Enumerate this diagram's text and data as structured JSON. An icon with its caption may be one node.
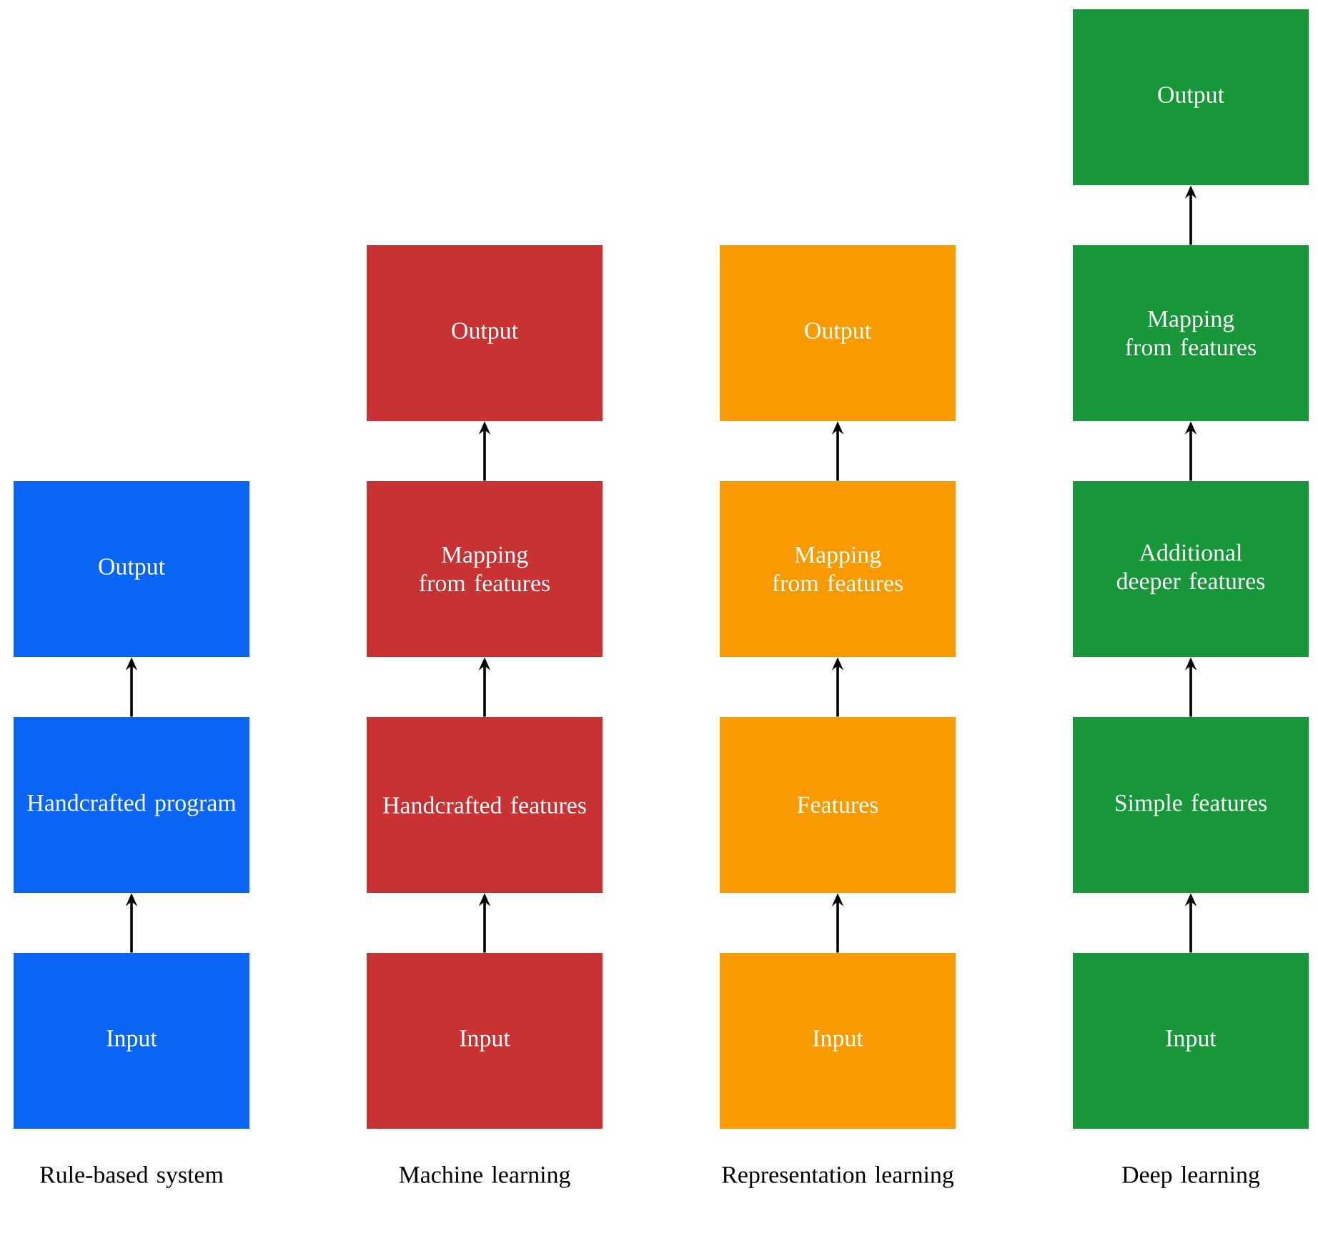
{
  "diagram": {
    "nodes": [
      {
        "text": [
          "Input"
        ]
      },
      {
        "text": [
          "Handcrafted program"
        ]
      },
      {
        "text": [
          "Output"
        ]
      },
      {
        "text": [
          "Input"
        ]
      },
      {
        "text": [
          "Handcrafted features"
        ]
      },
      {
        "text": [
          "Mapping from features"
        ]
      },
      {
        "text": [
          "Output"
        ]
      },
      {
        "text": [
          "Input"
        ]
      },
      {
        "text": [
          "Features"
        ]
      },
      {
        "text": [
          "Mapping from features"
        ]
      },
      {
        "text": [
          "Output"
        ]
      },
      {
        "text": [
          "Input"
        ]
      },
      {
        "text": [
          "Simple features"
        ]
      },
      {
        "text": [
          "Additional deeper features"
        ]
      },
      {
        "text": [
          "Mapping from features"
        ]
      },
      {
        "text": [
          "Output"
        ]
      }
    ],
    "edges": [
      {
        "from": 0,
        "to": 1,
        "arrow": "to"
      },
      {
        "from": 1,
        "to": 2,
        "arrow": "to"
      },
      {
        "from": 3,
        "to": 4,
        "arrow": "to"
      },
      {
        "from": 4,
        "to": 5,
        "arrow": "to"
      },
      {
        "from": 5,
        "to": 6,
        "arrow": "to"
      },
      {
        "from": 7,
        "to": 8,
        "arrow": "to"
      },
      {
        "from": 8,
        "to": 9,
        "arrow": "to"
      },
      {
        "from": 9,
        "to": 10,
        "arrow": "to"
      },
      {
        "from": 11,
        "to": 12,
        "arrow": "to"
      },
      {
        "from": 12,
        "to": 13,
        "arrow": "to"
      },
      {
        "from": 13,
        "to": 14,
        "arrow": "to"
      },
      {
        "from": 14,
        "to": 15,
        "arrow": "to"
      }
    ],
    "labels": [
      "Rule-based system",
      "Machine learning",
      "Representation learning",
      "Deep learning"
    ]
  }
}
